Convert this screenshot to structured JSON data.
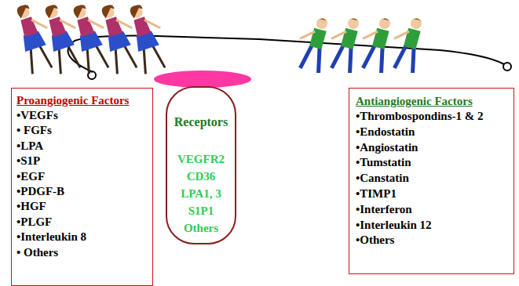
{
  "diagram": {
    "nodes": [
      {
        "text": [
          "Proangiogenic Factors",
          "•VEGFs",
          "• FGFs",
          "•LPA",
          "•S1P",
          "•EGF",
          "•PDGF-B",
          "•HGF",
          "•PLGF",
          "•Interleukin 8",
          "• Others"
        ]
      },
      {
        "text": [
          "Receptors",
          "VEGFR2",
          "CD36",
          "LPA1, 3",
          "S1P1",
          "Others"
        ]
      },
      {
        "text": [
          "Antiangiogenic Factors",
          "•Thrombospondins-1 & 2",
          "•Endostatin",
          "•Angiostatin",
          "•Tumstatin",
          "•Canstatin",
          "•TIMP1",
          "•Interferon",
          "•Interleukin 12",
          "•Others"
        ]
      }
    ]
  }
}
